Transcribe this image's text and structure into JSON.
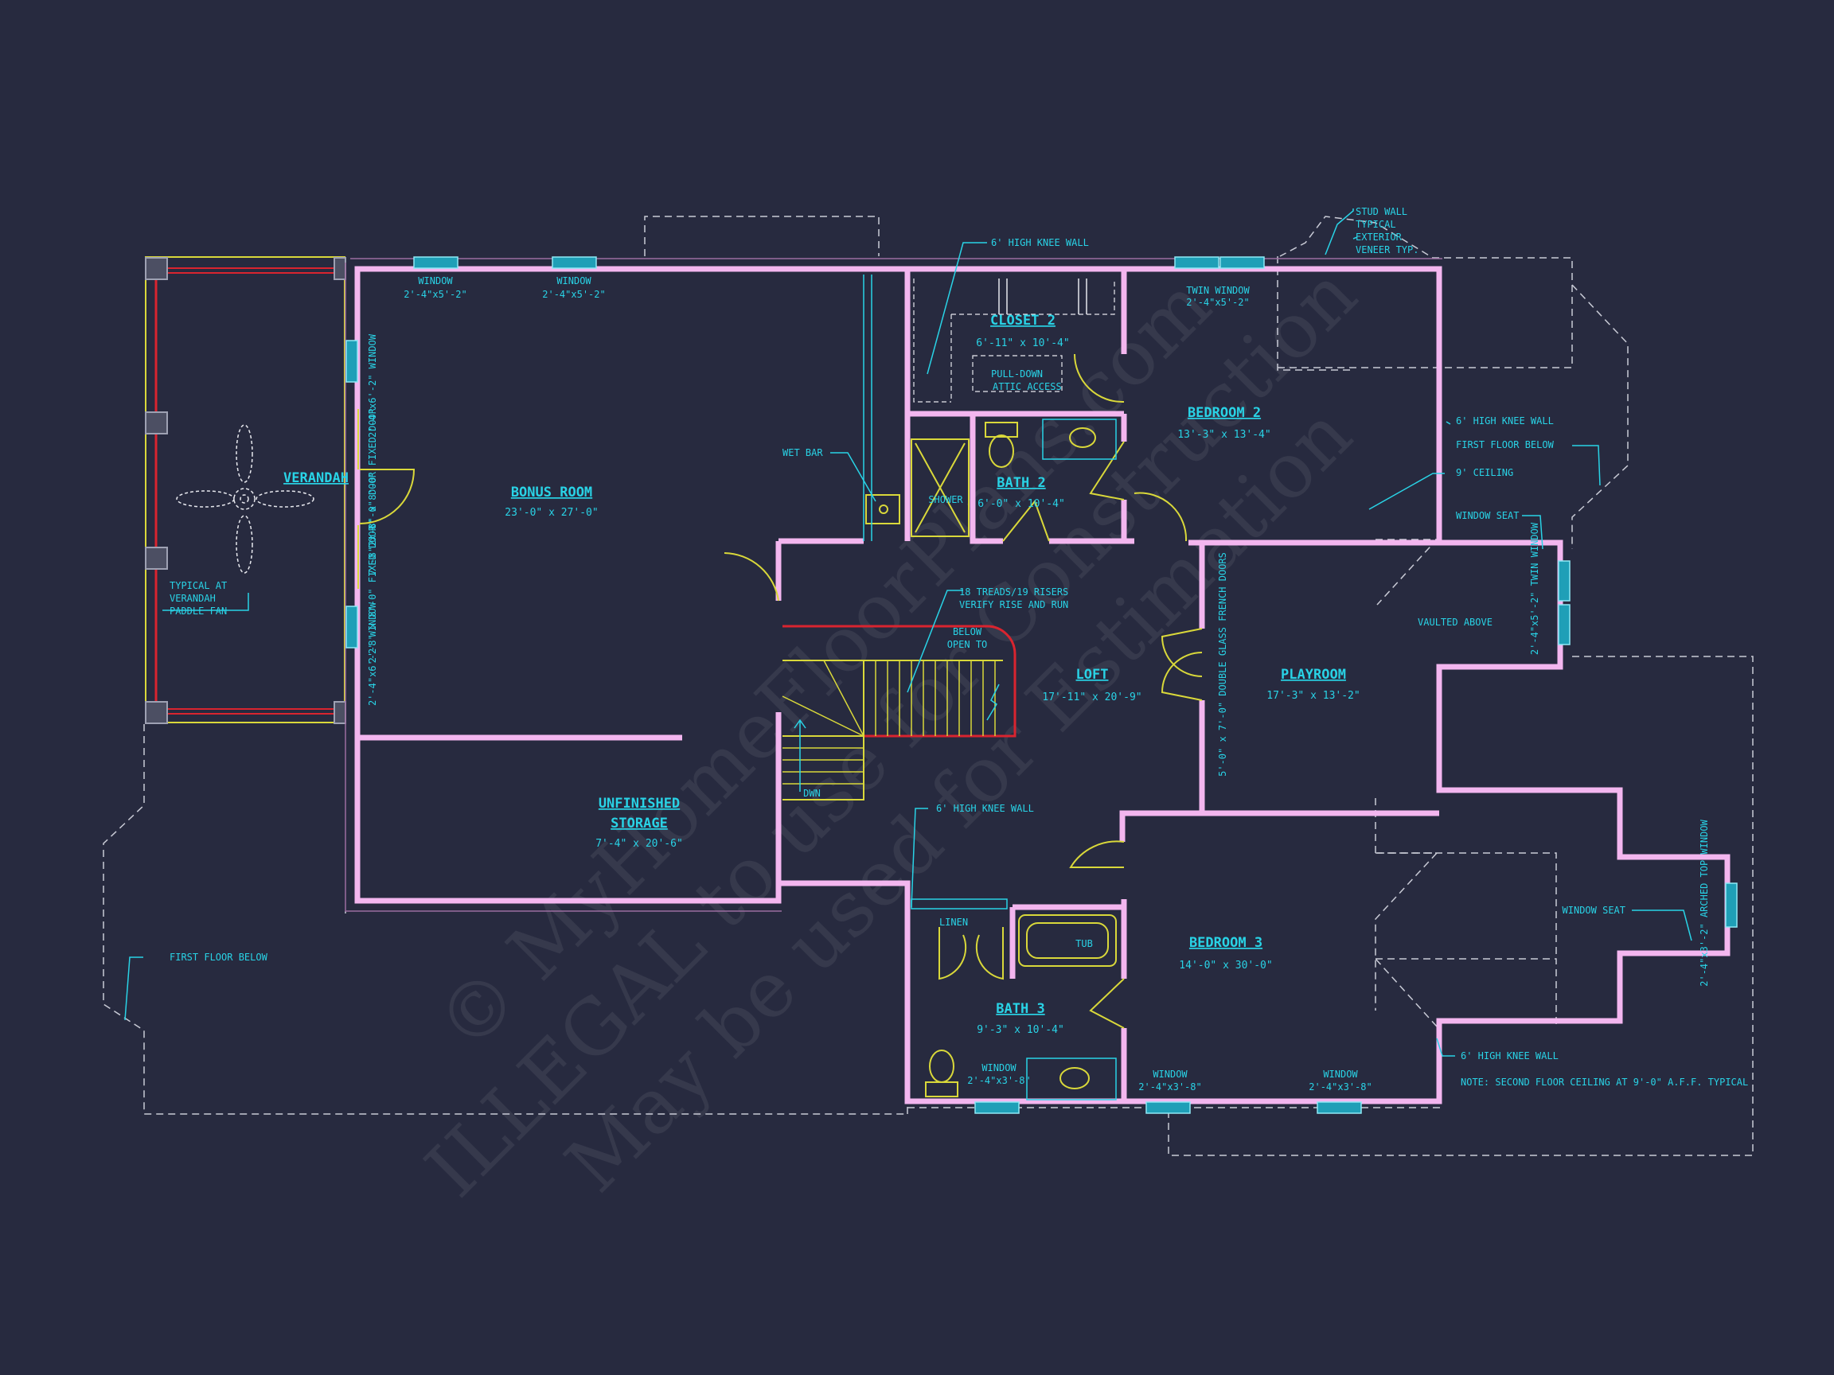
{
  "watermark": {
    "line1": "© MyHomeFloorPlans.com",
    "line2": "ILLEGAL to use for Construction",
    "line3": "May be used for Estimation"
  },
  "rooms": {
    "bonus_room": {
      "name": "BONUS ROOM",
      "dims": "23'-0\" x 27'-0\""
    },
    "unfinished_storage": {
      "name1": "UNFINISHED",
      "name2": "STORAGE",
      "dims": "7'-4\" x 20'-6\""
    },
    "closet_2": {
      "name": "CLOSET 2",
      "dims": "6'-11\" x 10'-4\""
    },
    "bath_2": {
      "name": "BATH 2",
      "dims": "6'-0\" x 10'-4\""
    },
    "bedroom_2": {
      "name": "BEDROOM 2",
      "dims": "13'-3\" x 13'-4\""
    },
    "loft": {
      "name": "LOFT",
      "dims": "17'-11\" x 20'-9\""
    },
    "playroom": {
      "name": "PLAYROOM",
      "dims": "17'-3\" x 13'-2\""
    },
    "bedroom_3": {
      "name": "BEDROOM 3",
      "dims": "14'-0\" x 30'-0\""
    },
    "bath_3": {
      "name": "BATH 3",
      "dims": "9'-3\" x 10'-4\""
    },
    "verandah": {
      "name": "VERANDAH"
    }
  },
  "windows": {
    "w1": {
      "label": "WINDOW",
      "size": "2'-4\"x5'-2\""
    },
    "w2": {
      "label": "WINDOW",
      "size": "2'-4\"x5'-2\""
    },
    "twin_top": {
      "label": "TWIN WINDOW",
      "size": "2'-4\"x5'-2\""
    },
    "left_upper": "2'-4\"x6'-2\" WINDOW",
    "left_lower": "2'-4\"x6'-2\" WINDOW",
    "fixed_door_1": "2'-8\" x 8'-0\" FIXED DOOR",
    "door": "7'-8\" x 8'-0\" DOOR",
    "fixed_door_2": "2'-8\" x 8'-0\" FIXED DOOR",
    "bath3_win": {
      "label": "WINDOW",
      "size": "2'-4\"x3'-8\""
    },
    "bed3_win1": {
      "label": "WINDOW",
      "size": "2'-4\"x3'-8\""
    },
    "bed3_win2": {
      "label": "WINDOW",
      "size": "2'-4\"x3'-8\""
    },
    "playroom_twin": "2'-4\"x5'-2\" TWIN WINDOW",
    "arched": "2'-4\"x3'-2\" ARCHED TOP WINDOW",
    "french_doors": "5'-0\" x 7'-0\" DOUBLE GLASS FRENCH DOORS"
  },
  "notes": {
    "knee_wall_top": "6' HIGH KNEE WALL",
    "stud_wall_1": "STUD WALL",
    "stud_wall_2": "TYPICAL",
    "stud_wall_3": "EXTERIOR",
    "stud_wall_4": "VENEER TYP.",
    "pulldown_1": "PULL-DOWN",
    "pulldown_2": "ATTIC ACCESS",
    "knee_wall_right": "6' HIGH KNEE WALL",
    "first_floor_right": "FIRST FLOOR BELOW",
    "ceiling_9": "9' CEILING",
    "window_seat_1": "WINDOW SEAT",
    "vaulted": "VAULTED ABOVE",
    "wet_bar": "WET BAR",
    "shower": "SHOWER",
    "treads_1": "18 TREADS/19 RISERS",
    "treads_2": "VERIFY RISE AND RUN",
    "below_1": "BELOW",
    "below_2": "OPEN TO",
    "dwn": "DWN",
    "knee_wall_mid": "6' HIGH KNEE WALL",
    "linen": "LINEN",
    "tub": "TUB",
    "window_seat_2": "WINDOW SEAT",
    "knee_wall_bottom": "6' HIGH KNEE WALL",
    "ceiling_note": "NOTE: SECOND FLOOR CEILING AT 9'-0\" A.F.F. TYPICAL",
    "first_floor_left": "FIRST FLOOR BELOW",
    "fan_1": "TYPICAL AT",
    "fan_2": "VERANDAH",
    "fan_3": "PADDLE FAN"
  },
  "colors": {
    "background": "#272a3f",
    "walls": "#f3b6ef",
    "labels": "#29d3e6",
    "fixtures": "#d9d83a",
    "stair_rail": "#d9242f"
  }
}
